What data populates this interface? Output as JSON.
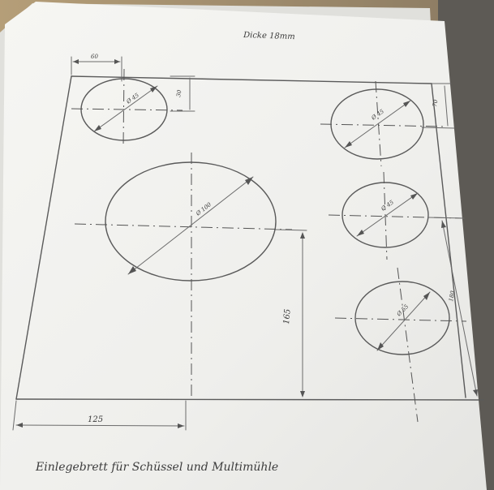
{
  "drawing": {
    "title_note": "Dicke 18mm",
    "caption": "Einlegebrett für Schüssel und Multimühle",
    "dimensions": {
      "width_mark": "125",
      "height_mark": "165",
      "right_height_mark": "180",
      "top_left_offset": "60",
      "top_left_drop": "30",
      "top_right_drop": "70"
    },
    "holes": {
      "large": "Ø 100",
      "small_top_left": "Ø 45",
      "small_right_1": "Ø 45",
      "small_right_2": "Ø 45",
      "small_right_3": "Ø 55"
    }
  },
  "colors": {
    "paper": "#f1f1ee",
    "background_wood": "#9a8a70",
    "pencil": "#5a5a5a"
  }
}
